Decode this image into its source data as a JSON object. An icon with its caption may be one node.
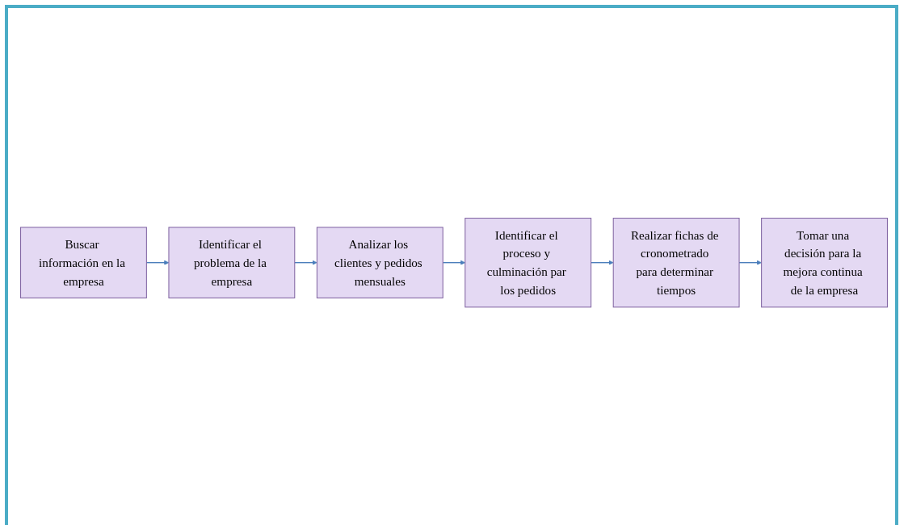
{
  "diagram": {
    "nodes": [
      {
        "text": [
          "Buscar información en la empresa"
        ]
      },
      {
        "text": [
          "Identificar el problema de la empresa"
        ]
      },
      {
        "text": [
          "Analizar los clientes y pedidos mensuales"
        ]
      },
      {
        "text": [
          "Identificar el proceso y culminación par los pedidos"
        ]
      },
      {
        "text": [
          "Realizar fichas de cronometrado para determinar tiempos"
        ]
      },
      {
        "text": [
          "Tomar una decisión para la mejora continua de la empresa"
        ]
      }
    ],
    "edges": [
      {
        "from": 0,
        "to": 1,
        "arrow": "to"
      },
      {
        "from": 1,
        "to": 2,
        "arrow": "to"
      },
      {
        "from": 2,
        "to": 3,
        "arrow": "to"
      },
      {
        "from": 3,
        "to": 4,
        "arrow": "to"
      },
      {
        "from": 4,
        "to": 5,
        "arrow": "to"
      }
    ]
  }
}
